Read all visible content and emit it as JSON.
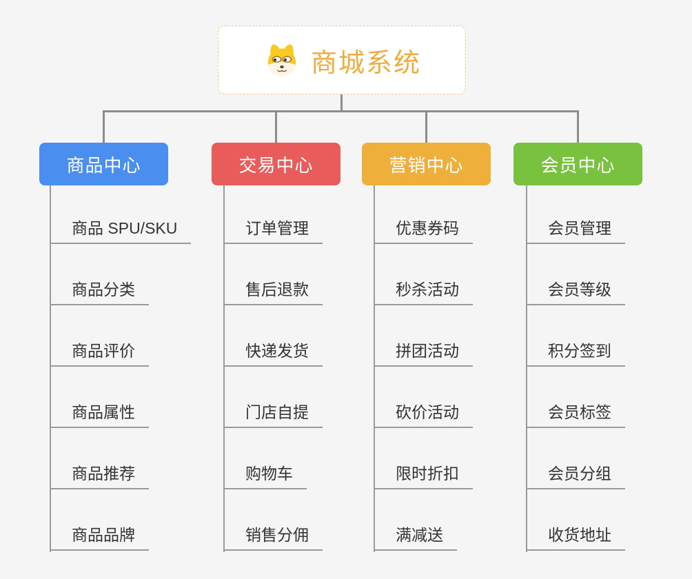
{
  "root": {
    "title": "商城系统",
    "icon": "dog-face-icon",
    "title_color": "#f0ac40",
    "border_color": "#f3c87e"
  },
  "branches": [
    {
      "label": "商品中心",
      "color": "#4a8ff0",
      "items": [
        "商品 SPU/SKU",
        "商品分类",
        "商品评价",
        "商品属性",
        "商品推荐",
        "商品品牌"
      ]
    },
    {
      "label": "交易中心",
      "color": "#e85c5c",
      "items": [
        "订单管理",
        "售后退款",
        "快递发货",
        "门店自提",
        "购物车",
        "销售分佣"
      ]
    },
    {
      "label": "营销中心",
      "color": "#eeaf3b",
      "items": [
        "优惠券码",
        "秒杀活动",
        "拼团活动",
        "砍价活动",
        "限时折扣",
        "满减送"
      ]
    },
    {
      "label": "会员中心",
      "color": "#78c23f",
      "items": [
        "会员管理",
        "会员等级",
        "积分签到",
        "会员标签",
        "会员分组",
        "收货地址"
      ]
    }
  ],
  "colors": {
    "background": "#f5f5f5",
    "connector": "#8c8c8c",
    "leaf_line": "#9a9a9a",
    "leaf_text": "#333333"
  }
}
